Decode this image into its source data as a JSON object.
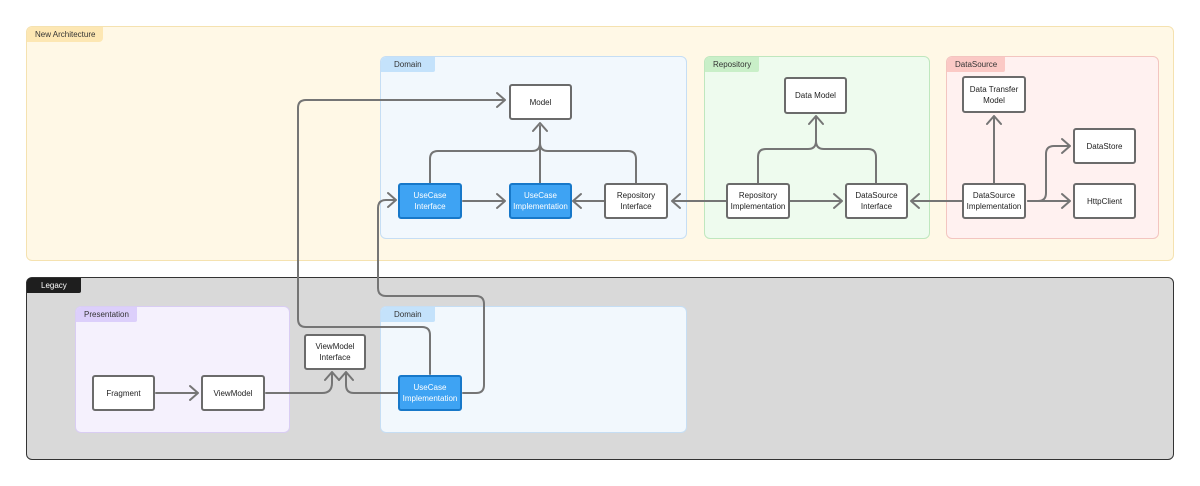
{
  "groups": {
    "new_arch": "New Architecture",
    "legacy": "Legacy",
    "domain_new": "Domain",
    "repository": "Repository",
    "datasource": "DataSource",
    "presentation": "Presentation",
    "domain_legacy": "Domain"
  },
  "nodes": {
    "model": "Model",
    "usecase_interface": "UseCase\nInterface",
    "usecase_impl_new": "UseCase\nImplementation",
    "repository_interface": "Repository\nInterface",
    "data_model": "Data Model",
    "repository_impl": "Repository\nImplementation",
    "datasource_interface": "DataSource\nInterface",
    "data_transfer_model": "Data Transfer\nModel",
    "datastore": "DataStore",
    "datasource_impl": "DataSource\nImplementation",
    "httpclient": "HttpClient",
    "fragment": "Fragment",
    "viewmodel": "ViewModel",
    "viewmodel_interface": "ViewModel\nInterface",
    "usecase_impl_legacy": "UseCase\nImplementation"
  },
  "colors": {
    "new_arch_bg": "#fff8e6",
    "new_arch_tag": "#fde7b3",
    "legacy_bg": "#d9d9d9",
    "legacy_tag": "#1e1e1e",
    "domain_bg": "#f2f8fd",
    "domain_tag": "#c4e2fb",
    "repository_bg": "#eefbee",
    "repository_tag": "#c9efc8",
    "datasource_bg": "#fff1f0",
    "datasource_tag": "#fbc9c5",
    "presentation_bg": "#f5f1fd",
    "presentation_tag": "#dccffb",
    "highlight": "#3ea3f3",
    "wire": "#757575"
  }
}
